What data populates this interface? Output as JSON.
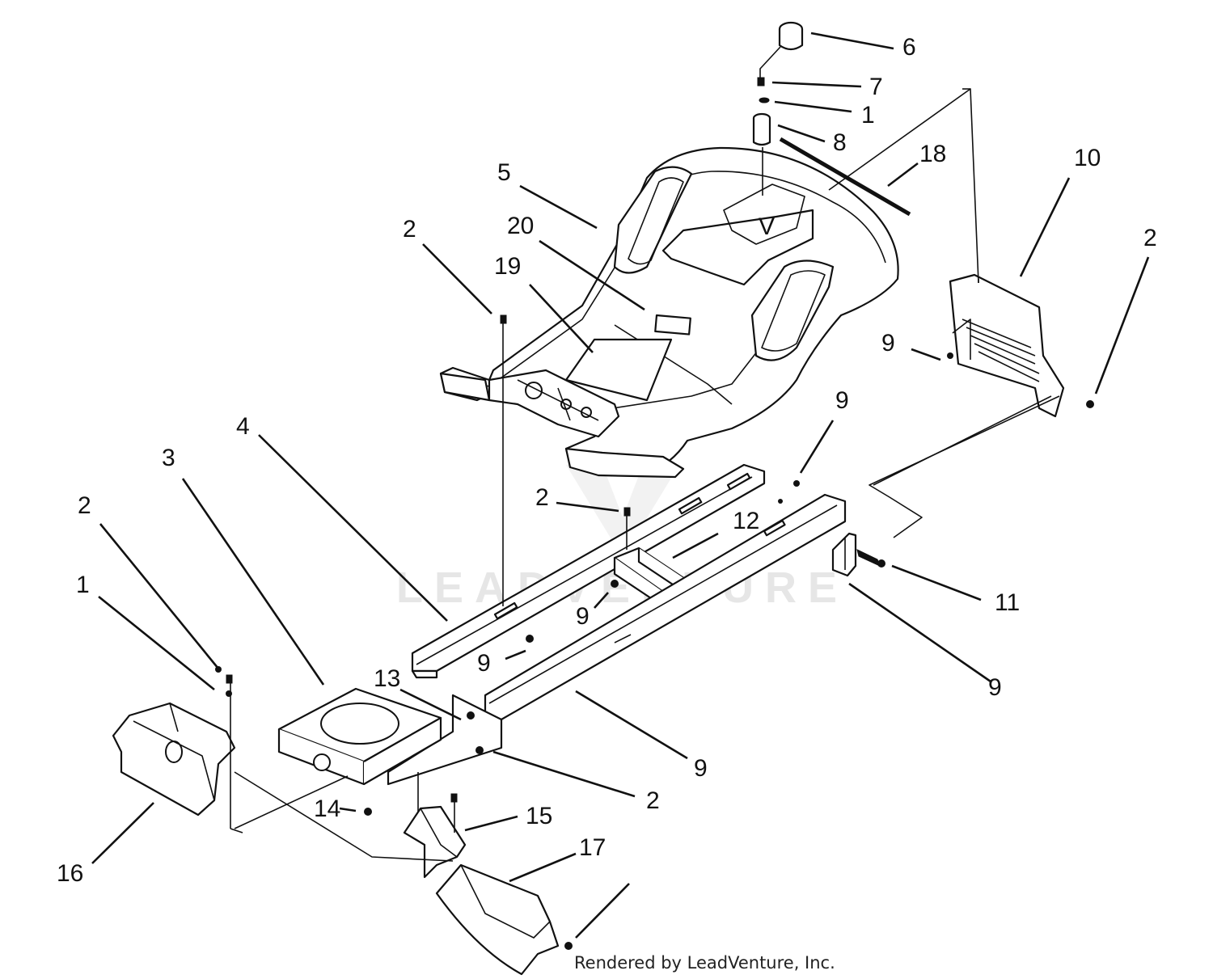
{
  "watermark": "LEADVENTURE",
  "credit": "Rendered by LeadVenture, Inc.",
  "callouts": [
    {
      "label": "6"
    },
    {
      "label": "7"
    },
    {
      "label": "1"
    },
    {
      "label": "8"
    },
    {
      "label": "18"
    },
    {
      "label": "5"
    },
    {
      "label": "10"
    },
    {
      "label": "2"
    },
    {
      "label": "20"
    },
    {
      "label": "2"
    },
    {
      "label": "19"
    },
    {
      "label": "9"
    },
    {
      "label": "9"
    },
    {
      "label": "4"
    },
    {
      "label": "3"
    },
    {
      "label": "2"
    },
    {
      "label": "12"
    },
    {
      "label": "2"
    },
    {
      "label": "1"
    },
    {
      "label": "9"
    },
    {
      "label": "11"
    },
    {
      "label": "9"
    },
    {
      "label": "9"
    },
    {
      "label": "13"
    },
    {
      "label": "9"
    },
    {
      "label": "2"
    },
    {
      "label": "14"
    },
    {
      "label": "15"
    },
    {
      "label": "17"
    },
    {
      "label": "16"
    }
  ]
}
